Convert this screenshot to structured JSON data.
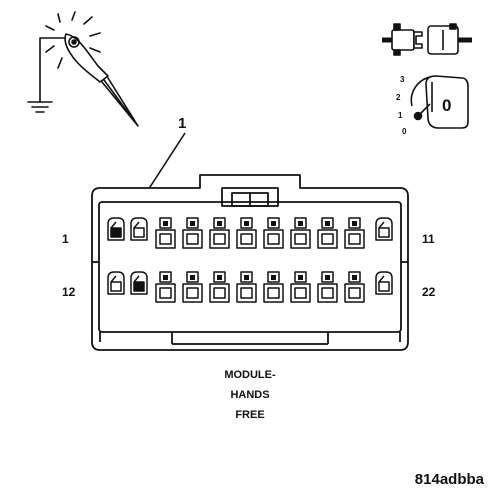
{
  "callout": {
    "number": "1"
  },
  "pin_labels": {
    "top_left": "1",
    "top_right": "11",
    "bottom_left": "12",
    "bottom_right": "22"
  },
  "ignition": {
    "positions": [
      "3",
      "2",
      "1",
      "0"
    ],
    "key_number": "0"
  },
  "caption": {
    "line1": "MODULE-",
    "line2": "HANDS",
    "line3": "FREE"
  },
  "doc_id": "814adbba",
  "icons": [
    "test-light-probe-icon",
    "connector-unplugged-icon",
    "ignition-switch-icon"
  ]
}
